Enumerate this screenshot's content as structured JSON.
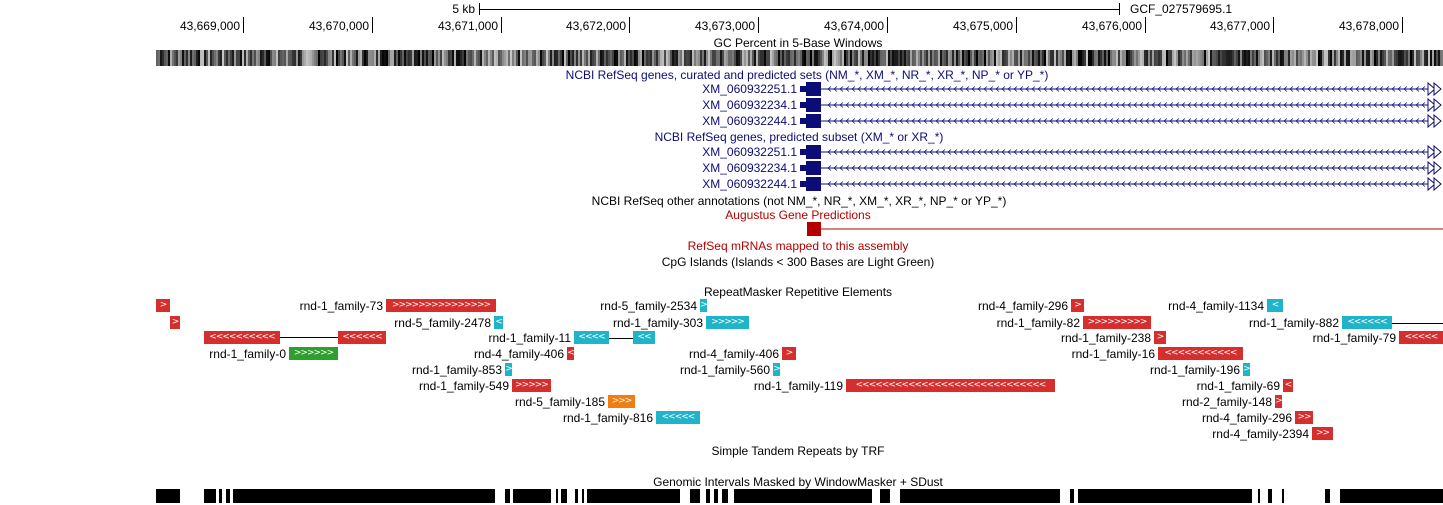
{
  "ruler": {
    "scale_label": "5 kb",
    "assembly_label": "GCF_027579695.1",
    "ticks": [
      "43,669,000",
      "43,670,000",
      "43,671,000",
      "43,672,000",
      "43,673,000",
      "43,674,000",
      "43,675,000",
      "43,676,000",
      "43,677,000",
      "43,678,000"
    ]
  },
  "tracks": {
    "gc_percent": "GC Percent in 5-Base Windows",
    "refseq_all": {
      "title": "NCBI RefSeq genes, curated and predicted sets (NM_*, XM_*, NR_*, XR_*, NP_* or YP_*)",
      "items": [
        "XM_060932251.1",
        "XM_060932234.1",
        "XM_060932244.1"
      ]
    },
    "refseq_predicted": {
      "title": "NCBI RefSeq genes, predicted subset (XM_* or XR_*)",
      "items": [
        "XM_060932251.1",
        "XM_060932234.1",
        "XM_060932244.1"
      ]
    },
    "refseq_other": "NCBI RefSeq other annotations (not NM_*, NR_*, XM_*, XR_*, NP_* or YP_*)",
    "augustus": "Augustus Gene Predictions",
    "refseq_mrna": "RefSeq mRNAs mapped to this assembly",
    "cpg": "CpG Islands (Islands < 300 Bases are Light Green)",
    "repeatmasker": {
      "title": "RepeatMasker Repetitive Elements",
      "labels": [
        "rnd-1_family-73",
        "rnd-5_family-2478",
        "rnd-1_family-11",
        "rnd-1_family-0",
        "rnd-4_family-406",
        "rnd-1_family-853",
        "rnd-1_family-549",
        "rnd-5_family-185",
        "rnd-1_family-816",
        "rnd-5_family-2534",
        "rnd-1_family-303",
        "rnd-4_family-406",
        "rnd-1_family-560",
        "rnd-1_family-119",
        "rnd-4_family-296",
        "rnd-1_family-82",
        "rnd-1_family-238",
        "rnd-1_family-16",
        "rnd-4_family-1134",
        "rnd-1_family-882",
        "rnd-1_family-79",
        "rnd-1_family-196",
        "rnd-1_family-69",
        "rnd-2_family-148",
        "rnd-4_family-296",
        "rnd-4_family-2394"
      ]
    },
    "trf": "Simple Tandem Repeats by TRF",
    "windowmasker": "Genomic Intervals Masked by WindowMasker + SDust"
  },
  "colors": {
    "refseq": "#0c0c78",
    "augustus": "#b40000",
    "rm_red": "#d62d2d",
    "rm_cyan": "#1fb4c9",
    "rm_green": "#2e9e2e",
    "rm_orange": "#ef7d12"
  }
}
